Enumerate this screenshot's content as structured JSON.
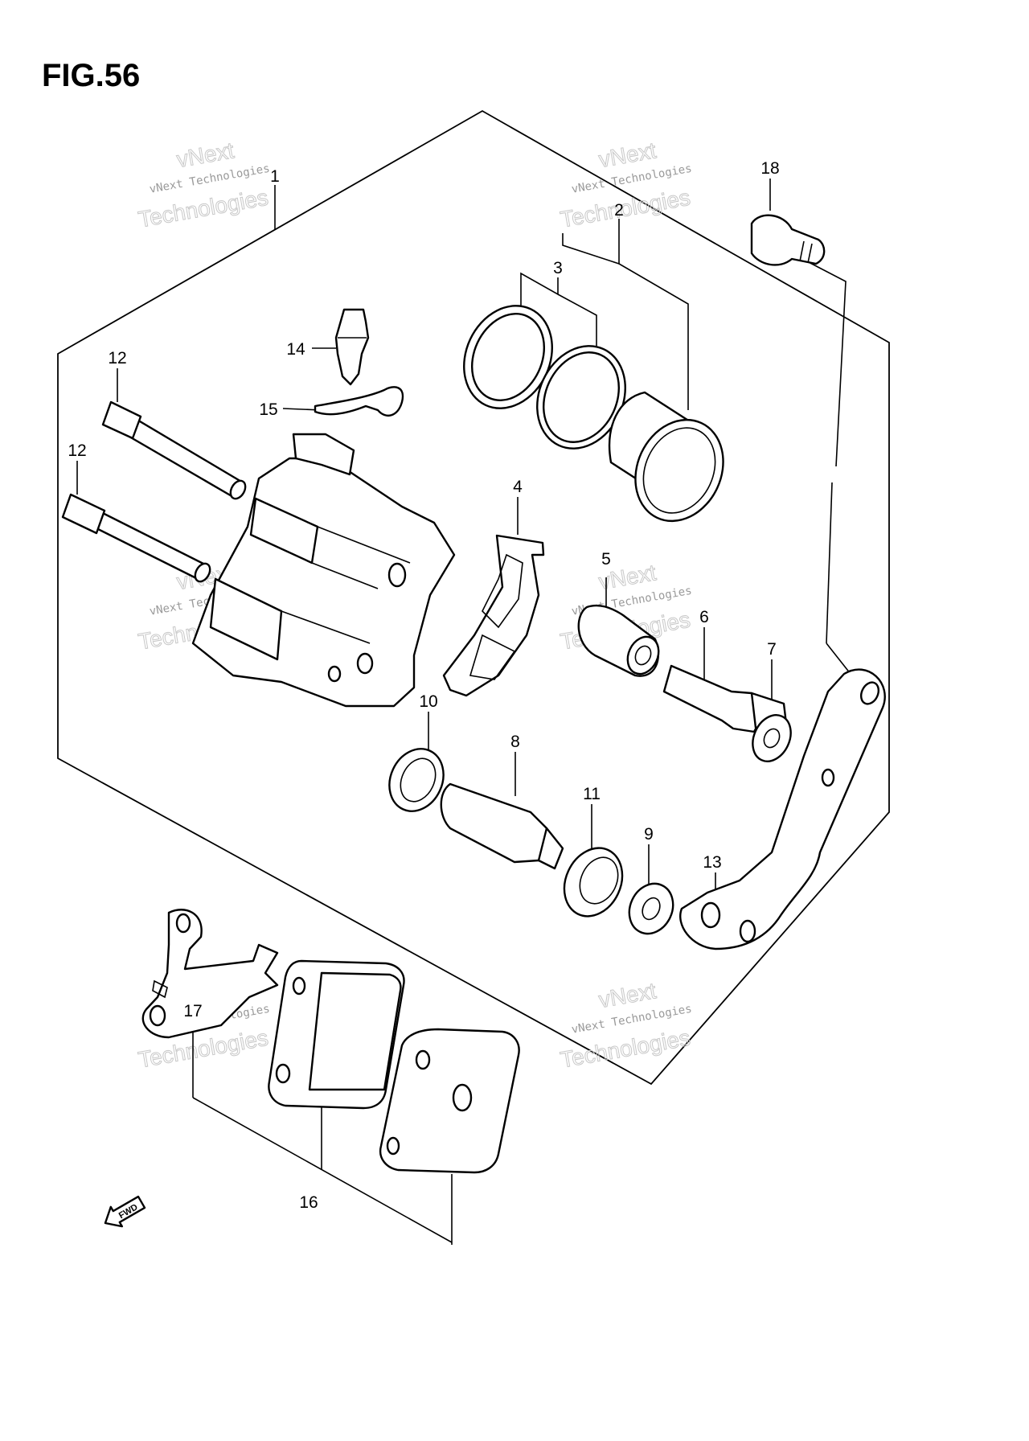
{
  "figure": {
    "title": "FIG.56"
  },
  "watermark": {
    "line1": "vNext Technologies",
    "line2": "vNext",
    "line3": "Technologies"
  },
  "callouts": {
    "p1": "1",
    "p2": "2",
    "p3": "3",
    "p4": "4",
    "p5": "5",
    "p6": "6",
    "p7": "7",
    "p8": "8",
    "p9": "9",
    "p10": "10",
    "p11": "11",
    "p12a": "12",
    "p12b": "12",
    "p13": "13",
    "p14": "14",
    "p15": "15",
    "p16": "16",
    "p17": "17",
    "p18": "18"
  },
  "direction_badge": {
    "label": "FWD",
    "icon": "forward-arrow-icon"
  }
}
